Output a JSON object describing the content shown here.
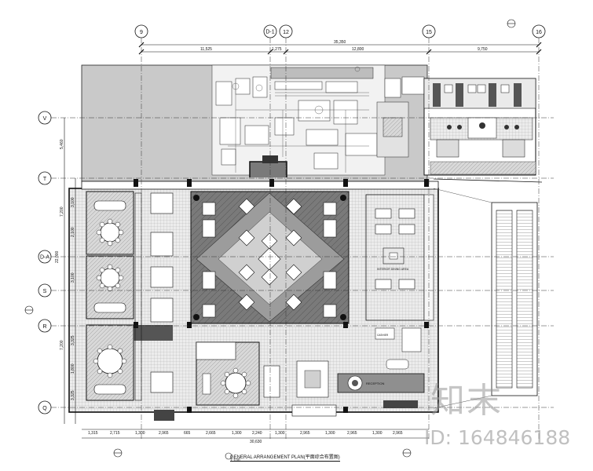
{
  "grid": {
    "top_axes": [
      "9",
      "D-1",
      "12",
      "15",
      "16"
    ],
    "left_axes": [
      "V",
      "T",
      "D-A",
      "S",
      "R",
      "Q"
    ]
  },
  "dimensions": {
    "total_top": "35,350",
    "top_segments": [
      "11,525",
      "1,275",
      "12,800",
      "9,750"
    ],
    "bottom_segments": [
      "1,315",
      "2,715",
      "1,300",
      "2,965",
      "665",
      "2,665",
      "1,300",
      "2,240",
      "1,300",
      "2,965",
      "1,300",
      "2,965",
      "1,300",
      "2,965"
    ],
    "total_bottom": "30,630",
    "left_segments": [
      "5,460",
      "7,200",
      "3,100",
      "2,100",
      "3,100",
      "7,200",
      "3,325",
      "1,800",
      "3,325"
    ],
    "left_total": "22,000"
  },
  "room_labels": {
    "interior_dining": "INTERIOR DINING AREA",
    "reception": "RECEPTION",
    "cashier": "CASHIER"
  },
  "drawing_title": "GENERAL ARRANGEMENT PLAN(平面综合布置图)",
  "drawing_scale": "1:100",
  "watermark": {
    "text": "知末",
    "id": "ID: 164846188"
  },
  "colors": {
    "line": "#1a1a1a",
    "dark_carpet": "#6e6e6e",
    "mid_gray": "#b4b4b4",
    "tile": "#e4e4e4",
    "back_of_house": "#c8c8c8",
    "watermark": "#999999"
  }
}
